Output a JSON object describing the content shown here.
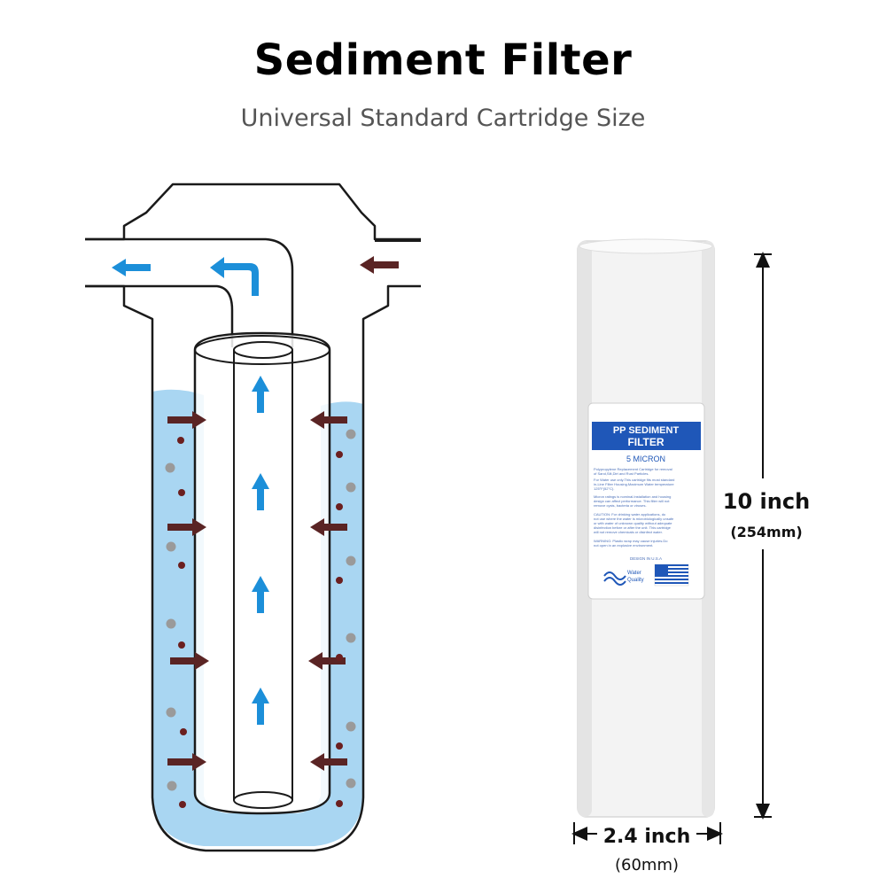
{
  "title": "Sediment Filter",
  "subtitle": "Universal Standard Cartridge Size",
  "dimensions": {
    "height_label": "10 inch",
    "height_metric": "(254mm)",
    "width_label": "2.4 inch",
    "width_metric": "(60mm)"
  },
  "label": {
    "header_line1": "PP SEDIMENT",
    "header_line2": "FILTER",
    "micron": "5 MICRON",
    "text1": "Polypropylene Replacement Cartridge for removal",
    "text2": "of Sand,Silt,Dirt and Rust Particles.",
    "text3": "For Water use only.This cartridge fits most standard",
    "text4": "in-Line Filter Housing.Maximum Water temperature",
    "text5": "125°F(52°C).",
    "text6": "Micron ratings is nominal.Installation and housing",
    "text7": "design can affect performance. This filter will not",
    "text8": "remove cysts, bacteria or viruses.",
    "caution1": "CAUTION: For drinking water applications, do",
    "caution2": "not use where the water is microbiologically unsafe",
    "caution3": "or with water of unknown quality without adequate",
    "caution4": "disinfection before or after the unit. This cartridge",
    "caution5": "will not remove chemicals or disinfect water.",
    "warning1": "WARNING: Plastic wrap may cause injuries.Do",
    "warning2": "not open in an explosive environment.",
    "design": "DESIGN IN U.S.A",
    "brand1": "Water",
    "brand2": "Quality"
  },
  "colors": {
    "water": "#a9d6f2",
    "flow_arrow": "#1c8fd9",
    "sediment_arrow": "#5a2424",
    "outline": "#1a1a1a",
    "label_blue": "#1f57b8"
  },
  "icons": {
    "flow": "blue-flow-arrow-icon",
    "sediment": "sediment-inflow-arrow-icon",
    "brand": "water-quality-logo-icon",
    "flag": "us-flag-icon"
  }
}
